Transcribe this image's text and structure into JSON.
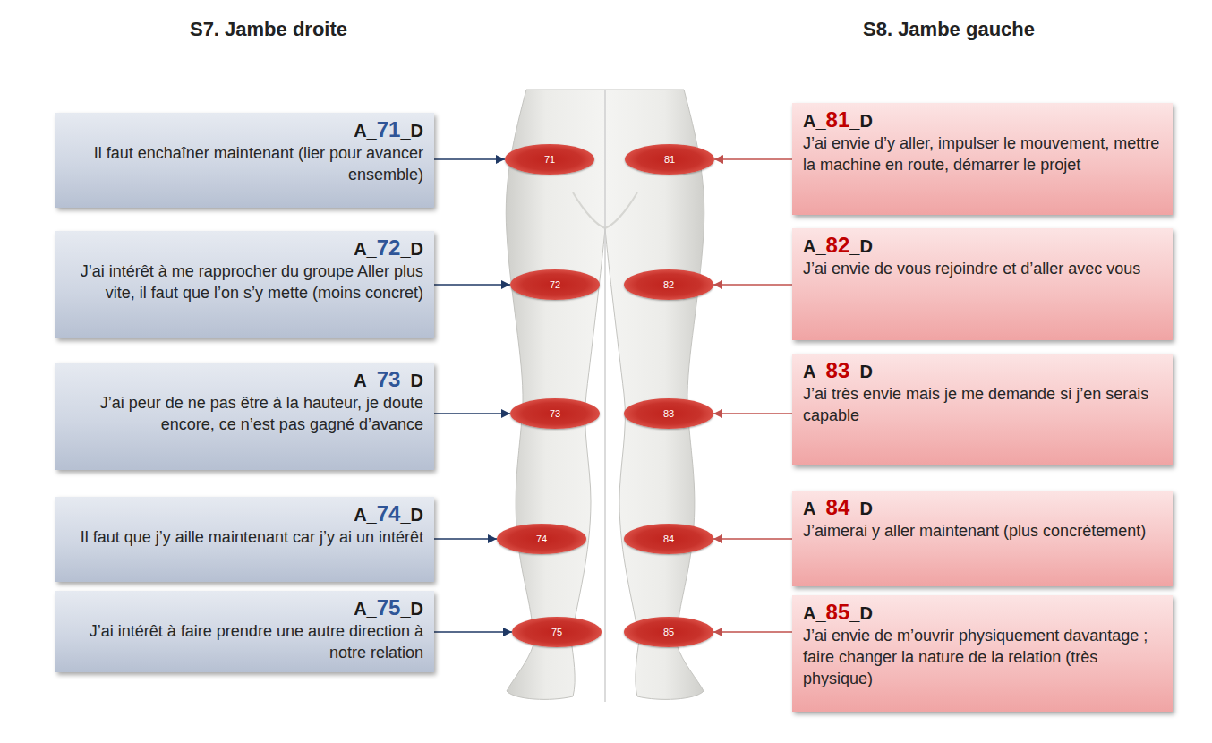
{
  "diagram": {
    "nodes": [
      {
        "text": [
          "A_71_D",
          "Il faut enchaîner maintenant (lier pour avancer ensemble)"
        ]
      },
      {
        "text": [
          "71"
        ]
      },
      {
        "text": [
          "81"
        ]
      },
      {
        "text": [
          "A_81_D",
          "J’ai envie d’y aller, impulser le mouvement, mettre la machine en route, démarrer le projet"
        ]
      },
      {
        "text": [
          "A_72_D",
          "J’ai intérêt à me rapprocher du groupe Aller plus vite, il faut que l’on s’y mette (moins concret)"
        ]
      },
      {
        "text": [
          "72"
        ]
      },
      {
        "text": [
          "82"
        ]
      },
      {
        "text": [
          "A_82_D",
          "J’ai envie de vous rejoindre et d’aller avec vous"
        ]
      },
      {
        "text": [
          "A_73_D",
          "J’ai peur de ne pas être à la hauteur, je doute encore, ce n’est pas gagné d’avance"
        ]
      },
      {
        "text": [
          "73"
        ]
      },
      {
        "text": [
          "83"
        ]
      },
      {
        "text": [
          "A_83_D",
          "J’ai très envie mais je me demande si j’en serais capable"
        ]
      },
      {
        "text": [
          "A_74_D",
          "Il faut que j’y aille maintenant car j’y ai un intérêt"
        ]
      },
      {
        "text": [
          "74"
        ]
      },
      {
        "text": [
          "84"
        ]
      },
      {
        "text": [
          "A_84_D",
          "J’aimerai y aller maintenant (plus concrètement)"
        ]
      },
      {
        "text": [
          "A_75_D",
          "J’ai intérêt à faire prendre une autre direction à notre relation"
        ]
      },
      {
        "text": [
          "75"
        ]
      },
      {
        "text": [
          "85"
        ]
      },
      {
        "text": [
          "A_85_D",
          "J’ai envie de m’ouvrir physiquement davantage ; faire changer la nature de la relation (très physique)"
        ]
      }
    ],
    "edges": [
      {
        "from": 0,
        "to": 1,
        "arrow": "to"
      },
      {
        "from": 3,
        "to": 2,
        "arrow": "to"
      },
      {
        "from": 4,
        "to": 5,
        "arrow": "to"
      },
      {
        "from": 7,
        "to": 6,
        "arrow": "to"
      },
      {
        "from": 8,
        "to": 9,
        "arrow": "to"
      },
      {
        "from": 11,
        "to": 10,
        "arrow": "to"
      },
      {
        "from": 12,
        "to": 13,
        "arrow": "to"
      },
      {
        "from": 15,
        "to": 14,
        "arrow": "to"
      },
      {
        "from": 16,
        "to": 17,
        "arrow": "to"
      },
      {
        "from": 19,
        "to": 18,
        "arrow": "to"
      }
    ],
    "labels": [
      "S7. Jambe droite",
      "S8. Jambe gauche"
    ]
  }
}
